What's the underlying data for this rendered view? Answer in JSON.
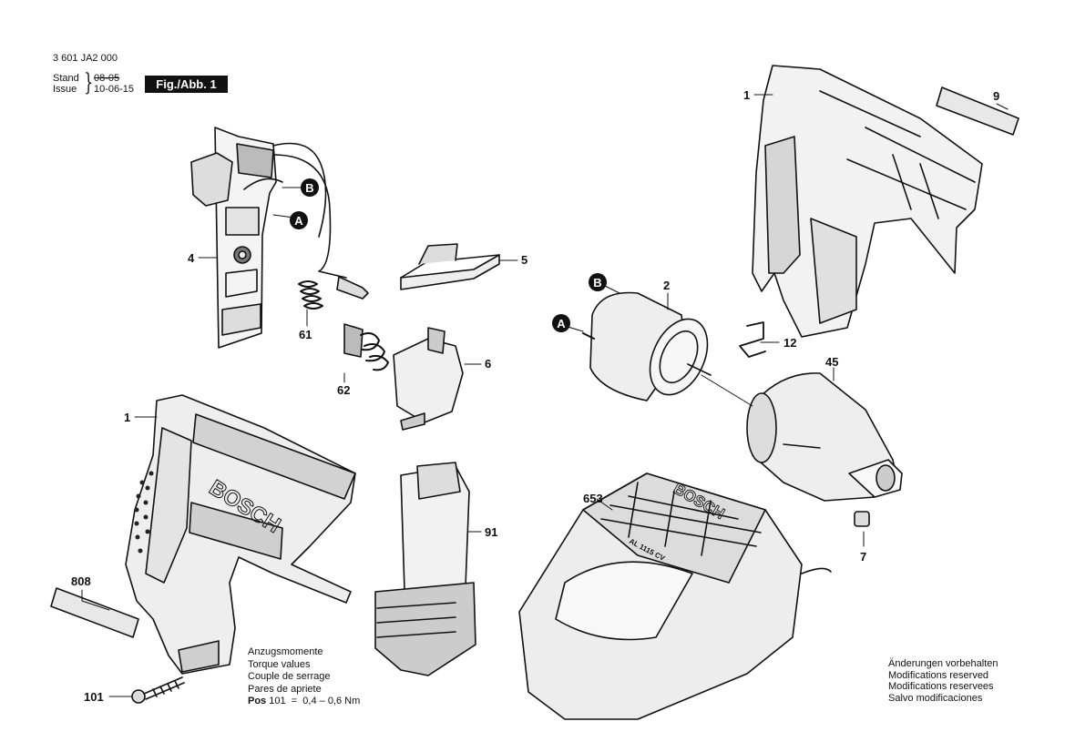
{
  "header": {
    "doc_number": "3 601 JA2 000",
    "stand_label": "Stand",
    "stand_date": "08-05",
    "issue_label": "Issue",
    "issue_date": "10-06-15",
    "figure_label": "Fig./Abb. 1"
  },
  "callouts": {
    "A": "A",
    "B": "B"
  },
  "part_numbers": {
    "housing_right": "1",
    "label_9": "9",
    "motor": "2",
    "clip": "12",
    "gearbox": "45",
    "bit_7": "7",
    "switch_board": "4",
    "spring": "61",
    "slide": "5",
    "cover_6": "6",
    "grommet": "62",
    "housing_left": "1",
    "battery": "91",
    "charger": "653",
    "label_808": "808",
    "screw": "101"
  },
  "torque_note": {
    "line1": "Anzugsmomente",
    "line2": "Torque values",
    "line3": "Couple de serrage",
    "line4": "Pares de apriete",
    "pos_label": "Pos",
    "pos_value": "101",
    "equals": "=",
    "range": "0,4 – 0,6 Nm"
  },
  "changes_note": {
    "line1": "Änderungen vorbehalten",
    "line2": "Modifications reserved",
    "line3": "Modifications reservees",
    "line4": "Salvo modificaciones"
  },
  "imprints": {
    "brand_housing": "BOSCH",
    "brand_charger": "BOSCH",
    "charger_model": "AL 1115 CV"
  }
}
